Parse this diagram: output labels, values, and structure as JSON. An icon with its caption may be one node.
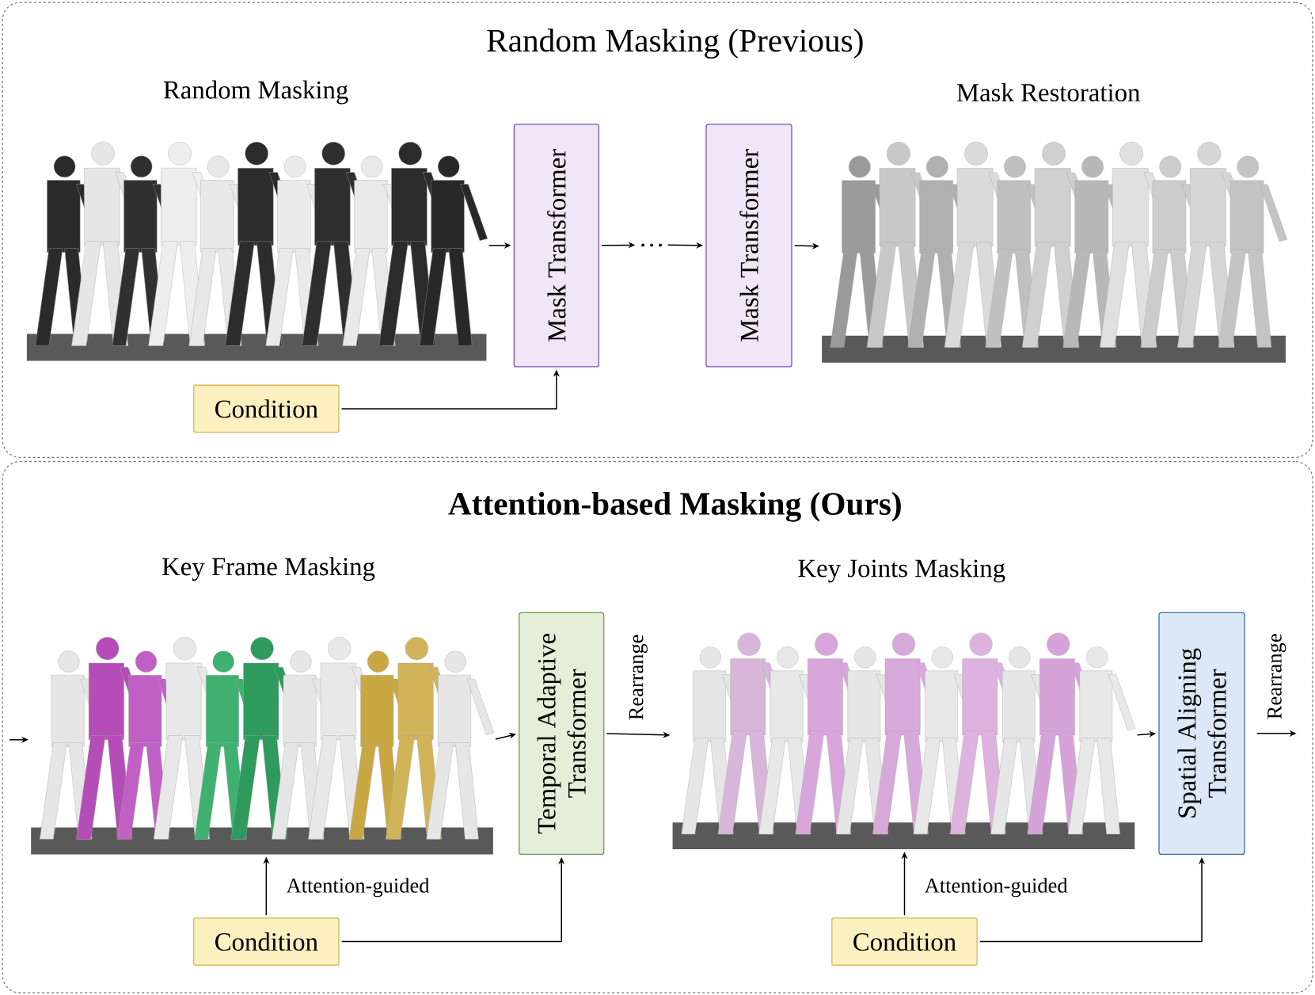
{
  "diagram": {
    "nodes": [
      {
        "text": [
          "Random Masking (Previous)"
        ]
      },
      {
        "text": [
          "Random Masking"
        ],
        "in": 0
      },
      {
        "text": [
          "Mask Transformer"
        ],
        "in": 0
      },
      {
        "text": [
          "…"
        ],
        "in": 0
      },
      {
        "text": [
          "Mask Transformer"
        ],
        "in": 0
      },
      {
        "text": [
          "Mask Restoration"
        ],
        "in": 0
      },
      {
        "text": [
          "Condition"
        ],
        "in": 0
      },
      {
        "text": [
          "Attention-based Masking (Ours)"
        ]
      },
      {
        "text": [
          "Key Frame Masking"
        ],
        "in": 7
      },
      {
        "text": [
          "Temporal Adaptive Transformer"
        ],
        "in": 7
      },
      {
        "text": [
          "Key Joints Masking"
        ],
        "in": 7
      },
      {
        "text": [
          "Spatial Aligning Transformer"
        ],
        "in": 7
      },
      {
        "text": [
          "Condition"
        ],
        "in": 7
      },
      {
        "text": [
          "Condition"
        ],
        "in": 7
      }
    ],
    "edges": [
      {
        "from": 1,
        "to": 2,
        "arrow": "to"
      },
      {
        "from": 2,
        "to": 3,
        "arrow": "to"
      },
      {
        "from": 3,
        "to": 4,
        "arrow": "to"
      },
      {
        "from": 4,
        "to": 5,
        "arrow": "to"
      },
      {
        "from": 6,
        "to": 2,
        "arrow": "to"
      },
      {
        "from": null,
        "to": 8,
        "arrow": "to"
      },
      {
        "from": 8,
        "to": 9,
        "arrow": "to"
      },
      {
        "from": 9,
        "to": 10,
        "arrow": "to",
        "label": "Rearrange"
      },
      {
        "from": 10,
        "to": 11,
        "arrow": "to"
      },
      {
        "from": 11,
        "to": null,
        "arrow": "to",
        "label": "Rearrange"
      },
      {
        "from": 12,
        "to": 8,
        "arrow": "to",
        "label": "Attention-guided"
      },
      {
        "from": 12,
        "to": 9,
        "arrow": "to"
      },
      {
        "from": 13,
        "to": 10,
        "arrow": "to",
        "label": "Attention-guided"
      },
      {
        "from": 13,
        "to": 11,
        "arrow": "to"
      }
    ]
  }
}
